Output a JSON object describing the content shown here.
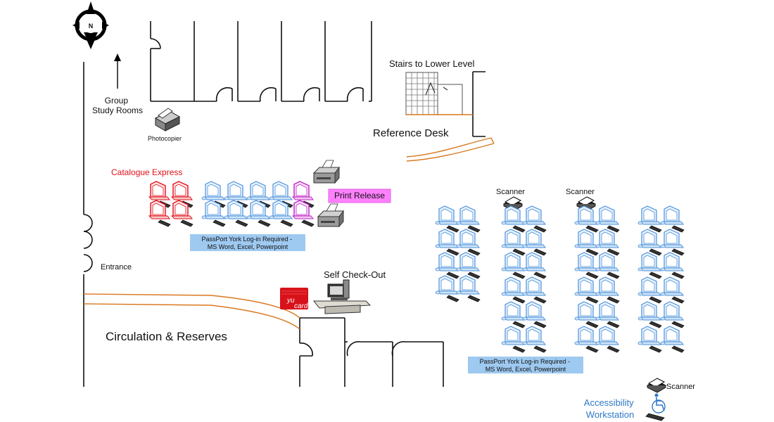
{
  "labels": {
    "compass": "N",
    "group_study": [
      "Group",
      "Study Rooms"
    ],
    "photocopier": "Photocopier",
    "stairs": "Stairs to Lower Level",
    "reference_desk": "Reference Desk",
    "catalogue_express": "Catalogue Express",
    "print_release": "Print Release",
    "passport_1": [
      "PassPort York Log-in Required -",
      "MS Word, Excel, Powerpoint"
    ],
    "entrance": "Entrance",
    "self_checkout": "Self Check-Out",
    "yucard": [
      "yu",
      "card"
    ],
    "circulation": "Circulation & Reserves",
    "scanner_a": "Scanner",
    "scanner_b": "Scanner",
    "passport_2": [
      "PassPort York Log-in Required -",
      "MS Word, Excel, Powerpoint"
    ],
    "scanner_c": "Scanner",
    "accessibility": [
      "Accessibility",
      "Workstation"
    ]
  },
  "colors": {
    "wall": "#111111",
    "orange": "#d9781f",
    "catalogue_red": "#e0101a",
    "pc_blue": "#4a90d9",
    "print_magenta": "#c020c8",
    "passport_box": "#9ec9f0",
    "print_box": "#ff80ff",
    "accessibility_text": "#2e79c7",
    "yucard_red": "#d8121a"
  },
  "icons": {
    "compass": "compass-icon",
    "arrow": "arrow-up-icon",
    "photocopier": "photocopier-icon",
    "printer": "printer-icon",
    "computer": "computer-icon",
    "scanner": "scanner-icon",
    "wheelchair": "wheelchair-icon",
    "checkout": "checkout-station-icon"
  }
}
